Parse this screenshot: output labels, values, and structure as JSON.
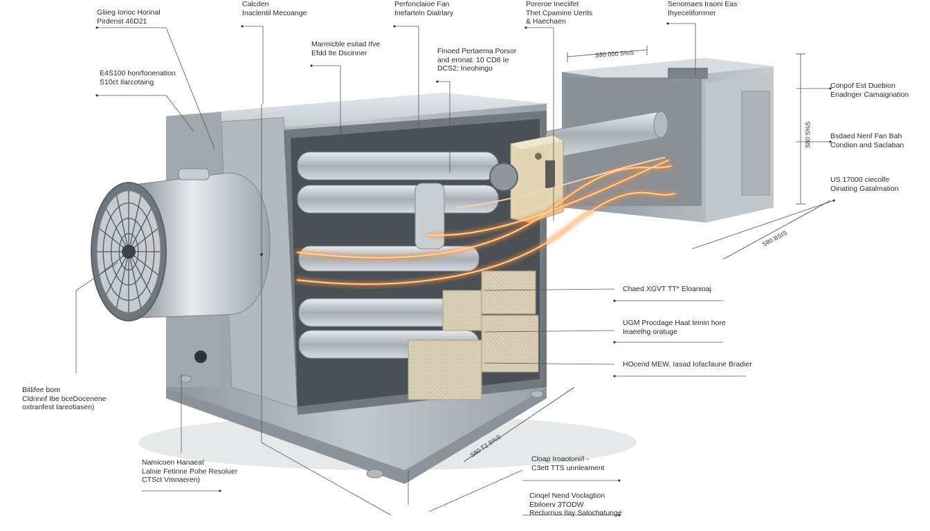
{
  "labels": {
    "l1": {
      "lines": [
        "Gliieg Iorioc Horinal",
        "Pirdenst 46D21"
      ]
    },
    "l2": {
      "lines": [
        "Calcden",
        "Inaclentil Mecoange"
      ]
    },
    "l3": {
      "lines": [
        "Perfonclaioe Fan",
        "Inefarteln Dialrlary"
      ]
    },
    "l4": {
      "lines": [
        "Poreroe Ineciifet",
        "Thet Cpamine Uerits",
        "& Haechaen"
      ]
    },
    "l5": {
      "lines": [
        "Senomaes Iraoni Eas",
        "Ihyeceliforrmer"
      ]
    },
    "l6": {
      "lines": [
        "Marmicble esitad Ifve",
        "Efdd Ite Dscinner"
      ]
    },
    "l7": {
      "lines": [
        "Finoed Pertaema Porsor",
        "and eronat: 10 CD8 Ie",
        "DCS2: Ineohingo"
      ]
    },
    "l8": {
      "lines": [
        "E4S100 hon/fonenation",
        "S10ct Ilarcotaing"
      ]
    },
    "l9": {
      "lines": [
        "Conpof Est Duebion",
        "Enadnger Camaignation"
      ]
    },
    "l10": {
      "lines": [
        "Bsdaed Nenf Fan Bah",
        "Condion and Saclaban"
      ]
    },
    "l11": {
      "lines": [
        "US 17000 ciecolfe",
        "Oinating Gatalmation"
      ]
    },
    "l12": {
      "lines": [
        "Chaed XGVT TT* Eloanioaj"
      ]
    },
    "l13": {
      "lines": [
        "UGM Procdage Haat leinin hore",
        "Ieaeelhg oratuge"
      ]
    },
    "l14": {
      "lines": [
        "HOcend MEW, Iasad Iofacfaune Bradier"
      ]
    },
    "l15": {
      "lines": [
        "Bitlifee bom",
        "Cldnnnf Ibe bceDocenene",
        "oxtranfest Iareotiasen)"
      ]
    },
    "l16": {
      "lines": [
        "Namicoen Hanaeat",
        "Lalnie Fetinne Pohe Resoluer",
        "CTSct Vmnaeren)"
      ]
    },
    "l17": {
      "lines": [
        "Cloap Iroaotoni/l -",
        "C3ett TTS unnleament"
      ]
    },
    "l18": {
      "lines": [
        "Cinqel Nend Voclagtion",
        "Ebiloerv 3TODW",
        "Reclurnus Ilay Salochatunge"
      ]
    }
  },
  "dimensions": {
    "d1": "S80 000 S%S",
    "d2": "S80 S%S",
    "d3": "S80 BSIS",
    "d4": "S80 T2 S%S"
  },
  "colors": {
    "casing": "#b8bdc3",
    "casing_dark": "#8a9098",
    "heat_glow": "#ff7a1f",
    "insulation": "#d8ceb4",
    "control_box": "#e2d6b4",
    "leader": "#555555"
  }
}
